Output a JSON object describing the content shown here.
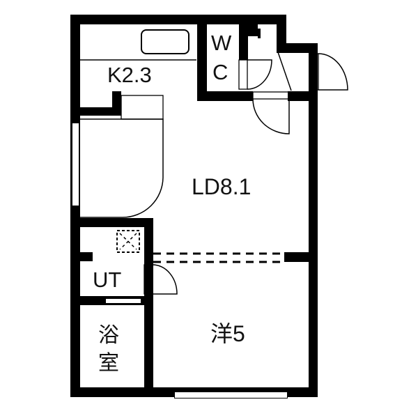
{
  "floorplan": {
    "rooms": [
      {
        "id": "kitchen",
        "label": "K2.3"
      },
      {
        "id": "wc",
        "label_line1": "W",
        "label_line2": "C"
      },
      {
        "id": "ld",
        "label": "LD8.1"
      },
      {
        "id": "ut",
        "label": "UT"
      },
      {
        "id": "bath",
        "label_line1": "浴",
        "label_line2": "室"
      },
      {
        "id": "western",
        "label": "洋5"
      }
    ],
    "colors": {
      "wall": "#000000",
      "background": "#ffffff"
    }
  }
}
